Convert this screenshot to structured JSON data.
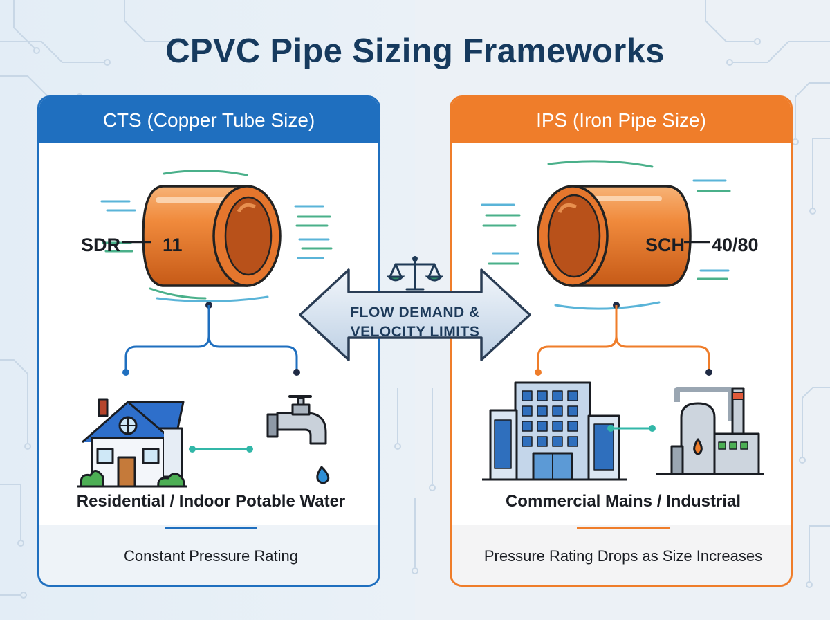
{
  "title": "CPVC Pipe Sizing Frameworks",
  "center": {
    "line1": "FLOW DEMAND &",
    "line2": "VELOCITY LIMITS",
    "icon": "balance-scale-icon"
  },
  "left": {
    "header": "CTS (Copper Tube Size)",
    "rating_key": "SDR",
    "rating_value": "11",
    "application": "Residential / Indoor Potable Water",
    "footer": "Constant Pressure Rating",
    "icons": [
      "pipe-icon",
      "house-icon",
      "faucet-icon"
    ],
    "color": "#1f6fbf"
  },
  "right": {
    "header": "IPS (Iron Pipe Size)",
    "rating_key": "SCH",
    "rating_value": "40/80",
    "application": "Commercial Mains / Industrial",
    "footer": "Pressure Rating Drops as Size Increases",
    "icons": [
      "pipe-icon",
      "office-building-icon",
      "industrial-plant-icon"
    ],
    "color": "#ef7d2a"
  }
}
